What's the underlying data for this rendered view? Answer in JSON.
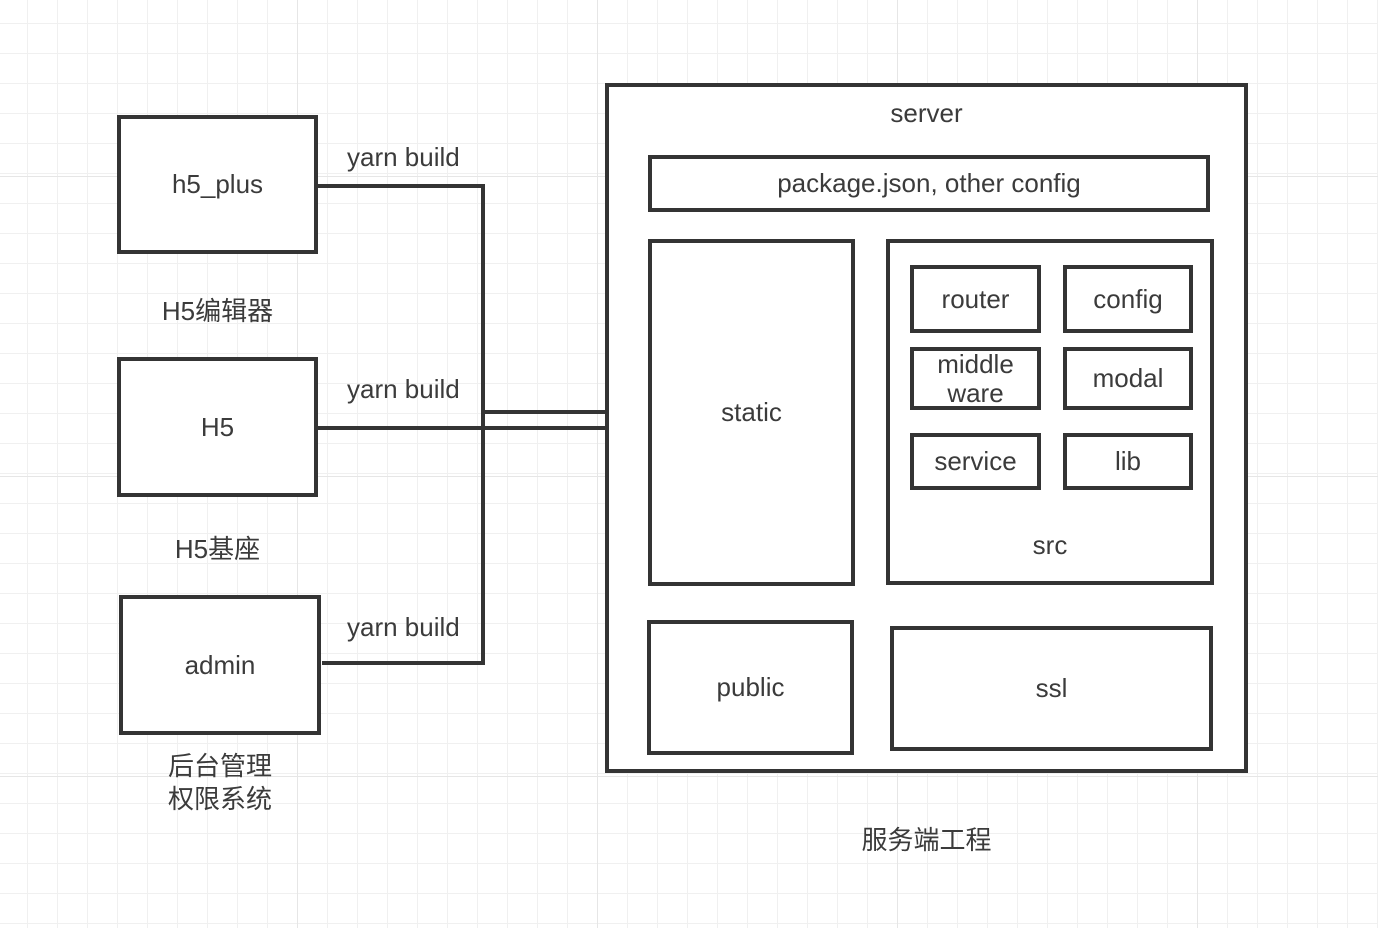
{
  "colors": {
    "stroke": "#343434",
    "text": "#3b3b3b",
    "grid_minor": "#f0f0f0",
    "grid_major": "#e6e6e6",
    "canvas_background": "#ffffff",
    "node_fill": "#ffffff"
  },
  "modules": [
    {
      "name": "h5_plus",
      "caption": "H5编辑器",
      "edge_label": "yarn build"
    },
    {
      "name": "H5",
      "caption": "H5基座",
      "edge_label": "yarn build"
    },
    {
      "name": "admin",
      "caption": "后台管理\n权限系统",
      "edge_label": "yarn build"
    }
  ],
  "server": {
    "title": "server",
    "config_bar_label": "package.json, other config",
    "static_label": "static",
    "src": {
      "title": "src",
      "items": [
        "router",
        "config",
        "middle\nware",
        "modal",
        "service",
        "lib"
      ]
    },
    "public_label": "public",
    "ssl_label": "ssl",
    "caption": "服务端工程"
  }
}
